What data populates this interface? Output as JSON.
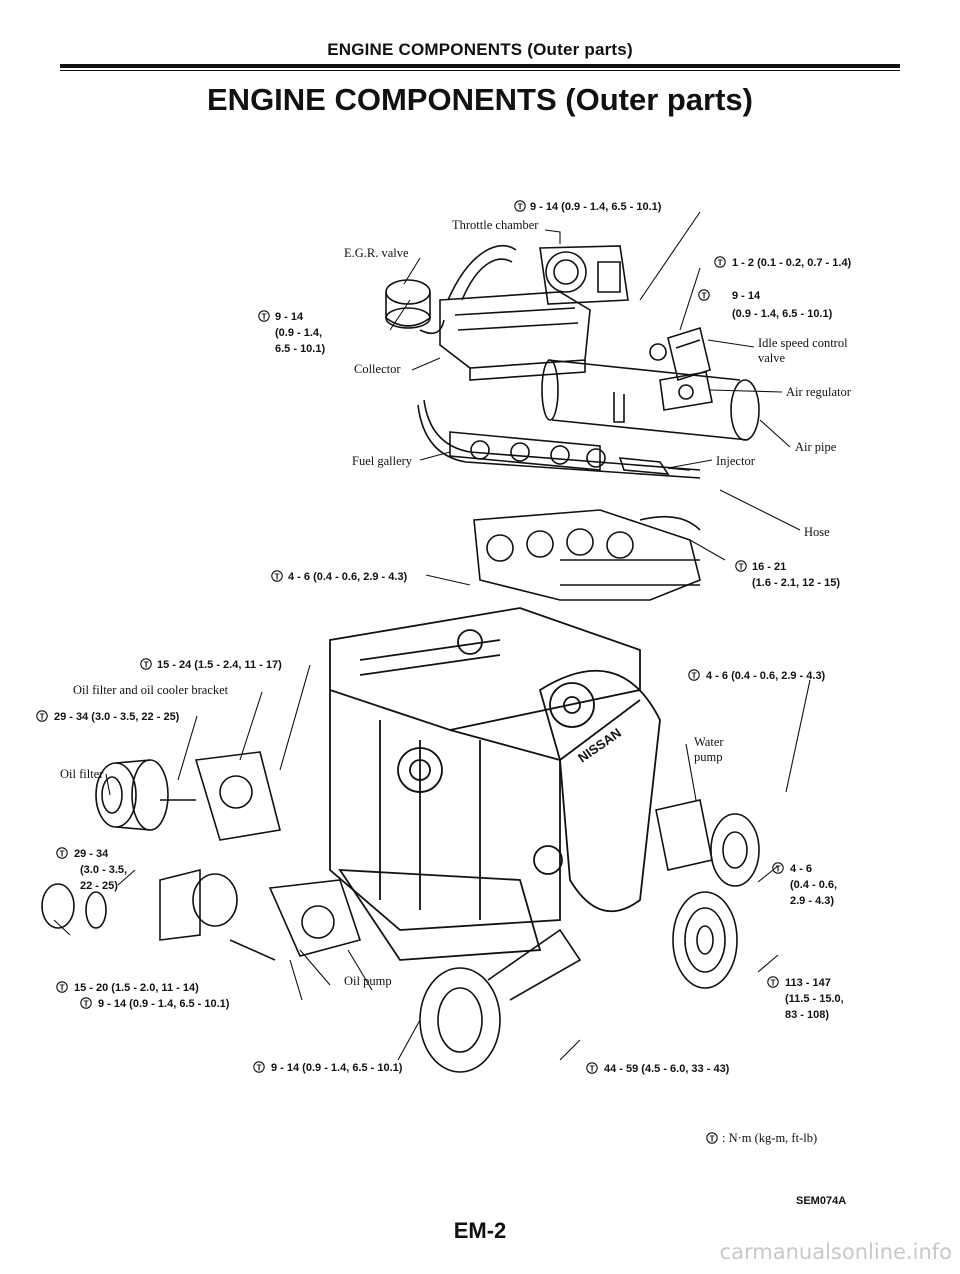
{
  "header": "ENGINE COMPONENTS (Outer parts)",
  "title": "ENGINE COMPONENTS (Outer parts)",
  "labels": {
    "throttle_torque": "9 - 14 (0.9 - 1.4, 6.5 - 10.1)",
    "throttle_chamber": "Throttle chamber",
    "egr_valve": "E.G.R. valve",
    "egr_torque_1": "9 - 14",
    "egr_torque_2": "(0.9 - 1.4,",
    "egr_torque_3": "6.5 - 10.1)",
    "collector": "Collector",
    "isc_torque_a": "1 - 2 (0.1 - 0.2, 0.7 - 1.4)",
    "isc_torque_b1": "9 - 14",
    "isc_torque_b2": "(0.9 - 1.4, 6.5 - 10.1)",
    "idle_speed_1": "Idle speed control",
    "idle_speed_2": "valve",
    "air_regulator": "Air regulator",
    "air_pipe": "Air pipe",
    "fuel_gallery": "Fuel gallery",
    "injector": "Injector",
    "hose": "Hose",
    "manifold_torque_1": "16 - 21",
    "manifold_torque_2": "(1.6 - 2.1, 12 - 15)",
    "gallery_torque": "4 - 6 (0.4 - 0.6, 2.9 - 4.3)",
    "bracket_torque": "15 - 24 (1.5 - 2.4, 11 - 17)",
    "oil_filter_bracket": "Oil filter and oil cooler bracket",
    "bracket_torque_2": "29 - 34 (3.0 - 3.5, 22 - 25)",
    "oil_filter": "Oil filter",
    "cooler_torque_1": "29 - 34",
    "cooler_torque_2": "(3.0 - 3.5,",
    "cooler_torque_3": "22 - 25)",
    "pump_torque_1": "15 - 20 (1.5 - 2.0, 11 - 14)",
    "pump_torque_2": "9 - 14 (0.9 - 1.4, 6.5 - 10.1)",
    "oil_pump": "Oil pump",
    "alt_torque": "9 - 14 (0.9 - 1.4, 6.5 - 10.1)",
    "front_torque_1": "4 - 6 (0.4 - 0.6, 2.9 - 4.3)",
    "water_pump_1": "Water",
    "water_pump_2": "pump",
    "pulley_torque_1": "4 - 6",
    "pulley_torque_2": "(0.4 - 0.6,",
    "pulley_torque_3": "2.9 - 4.3)",
    "crank_torque_1": "113 - 147",
    "crank_torque_2": "(11.5 - 15.0,",
    "crank_torque_3": "83 - 108)",
    "bottom_torque": "44 - 59 (4.5 - 6.0, 33 - 43)",
    "legend": ": N·m (kg-m, ft-lb)",
    "logo": "NISSAN"
  },
  "figure_code": "SEM074A",
  "page_number": "EM-2",
  "watermark": "carmanualsonline.info"
}
